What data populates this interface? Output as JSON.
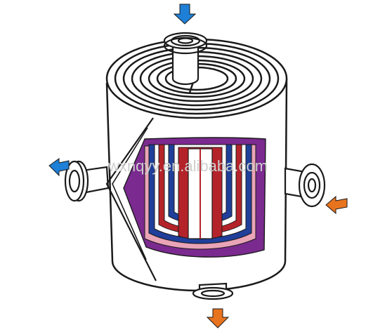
{
  "watermark": "wxnqyy.en.alibaba.com",
  "arrows": [
    {
      "name": "inlet-top",
      "direction": "down",
      "color": "#1e7fd6"
    },
    {
      "name": "outlet-left",
      "direction": "left",
      "color": "#1e7fd6"
    },
    {
      "name": "inlet-right",
      "direction": "left",
      "color": "#e8731e"
    },
    {
      "name": "outlet-bottom",
      "direction": "down",
      "color": "#e8731e"
    }
  ],
  "colors": {
    "hot_channel": "#b5232a",
    "cold_channel": "#1f3f9a",
    "shell_cutaway": "#7b2a8f",
    "light_band": "#e9a4b7",
    "outline": "#1a1a1a"
  }
}
